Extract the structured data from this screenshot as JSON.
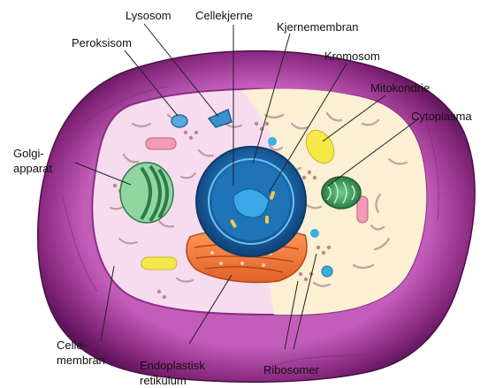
{
  "labels": {
    "lysosom": "Lysosom",
    "cellekjerne": "Cellekjerne",
    "kjernemembran": "Kjernemembran",
    "peroksisom": "Peroksisom",
    "kromosom": "Kromosom",
    "mitokondrie": "Mitokondrie",
    "cytoplasma": "Cytoplasma",
    "golgi_1": "Golgi-",
    "golgi_2": "apparat",
    "cellemembran_1": "Celle-",
    "cellemembran_2": "membran",
    "er_1": "Endoplastisk",
    "er_2": "retikulum",
    "ribosomer": "Ribosomer"
  },
  "colors": {
    "membrane_outer": "#6a1a63",
    "membrane_inner": "#b04aa8",
    "cytoplasm_left": "#f6dff0",
    "cytoplasm_right": "#fbf0d6",
    "nucleus": "#1a5f9c",
    "nucleolus": "#2a8fd0",
    "er": "#ee7a3c",
    "golgi": "#3a9a5a",
    "mitochondria": "#2f8a4f",
    "vesicle_yellow": "#f5e94a",
    "vesicle_pink": "#f39ab8"
  }
}
